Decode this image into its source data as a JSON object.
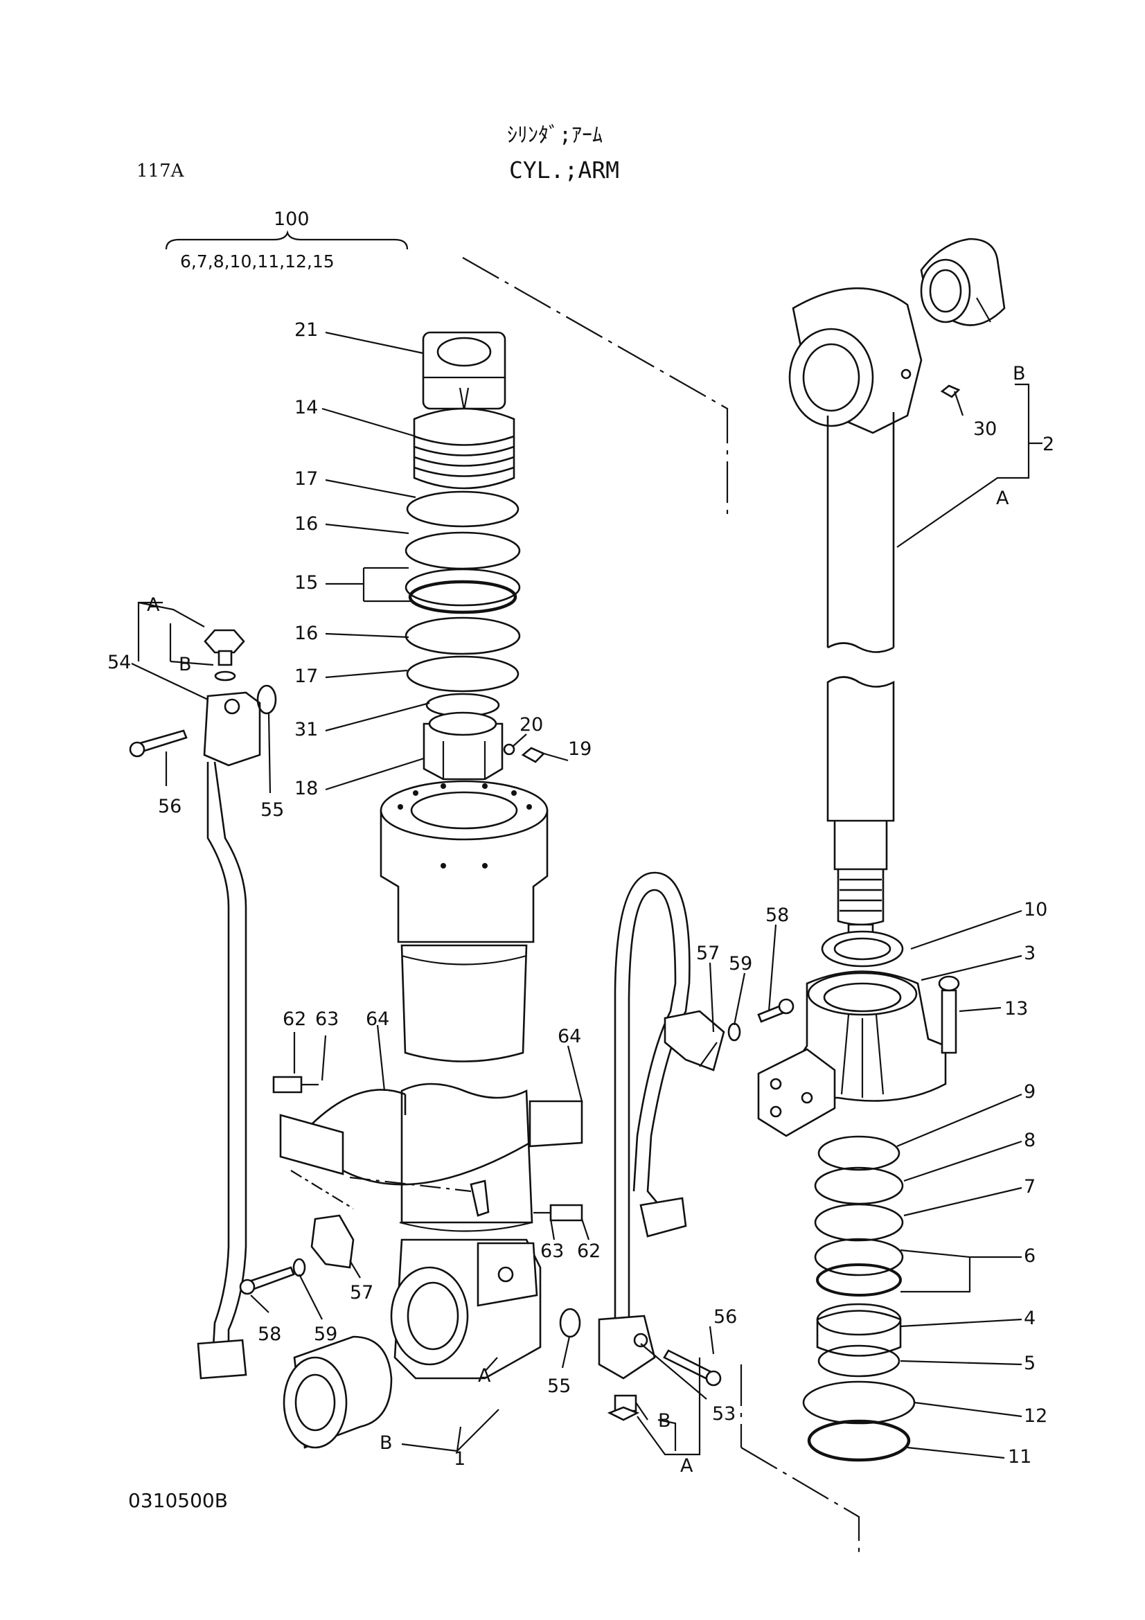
{
  "header": {
    "page_code": "117A",
    "title_jp": "ｼﾘﾝﾀﾞ;ｱｰﾑ",
    "title_en": "CYL.;ARM"
  },
  "kit": {
    "number": "100",
    "contents": "6,7,8,10,11,12,15"
  },
  "footer": {
    "drawing_number": "0310500B"
  },
  "callouts": {
    "c21": "21",
    "c14": "14",
    "c17a": "17",
    "c16a": "16",
    "c15": "15",
    "c16b": "16",
    "c17b": "17",
    "c31": "31",
    "c18": "18",
    "c20": "20",
    "c19": "19",
    "c54": "54",
    "cA_left": "A",
    "cB_left": "B",
    "c56_left": "56",
    "c55_left": "55",
    "c62_top": "62",
    "c63_top": "63",
    "c64_left": "64",
    "c64_right": "64",
    "c63_bot": "63",
    "c62_bot": "62",
    "c57_left": "57",
    "c59_left": "59",
    "c58_left": "58",
    "c55_mid": "55",
    "cA_mid": "A",
    "cB_mid": "B",
    "c1": "1",
    "c57_right": "57",
    "c59_right": "59",
    "c58_right": "58",
    "c56_right": "56",
    "c53": "53",
    "cB_bot": "B",
    "cA_bot": "A",
    "cB_top": "B",
    "c30": "30",
    "c2": "2",
    "cA_top": "A",
    "c10": "10",
    "c3": "3",
    "c13": "13",
    "c9": "9",
    "c8": "8",
    "c7": "7",
    "c6": "6",
    "c4": "4",
    "c5": "5",
    "c12": "12",
    "c11": "11"
  }
}
